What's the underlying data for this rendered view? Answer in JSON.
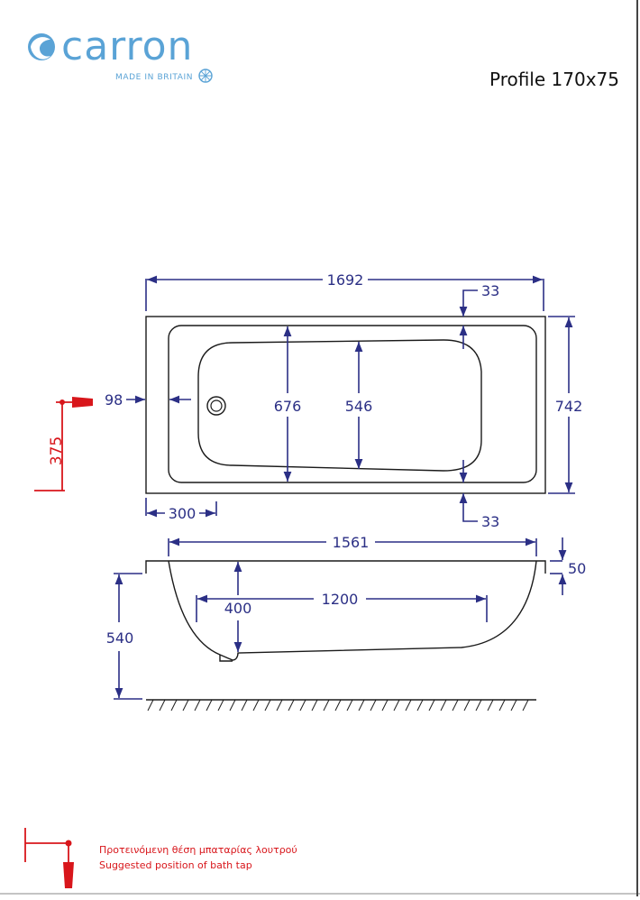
{
  "brand": {
    "name": "carron",
    "tagline": "MADE IN BRITAIN",
    "color": "#5aa3d6"
  },
  "header": {
    "title": "Profile 170x75"
  },
  "plan_view": {
    "overall_length": "1692",
    "rim_top": "33",
    "rim_bottom": "33",
    "overall_width": "742",
    "inner_width": "676",
    "base_width": "546",
    "waste_offset": "98",
    "waste_from_end": "300",
    "tap_height": "375"
  },
  "side_view": {
    "inner_length": "1561",
    "rim_depth": "50",
    "overall_height": "540",
    "inner_depth": "400",
    "base_length": "1200"
  },
  "legend": {
    "line_gr": "Προτεινόμενη θέση μπαταρίας λουτρού",
    "line_en": "Suggested position of bath tap"
  },
  "colors": {
    "dimension": "#2b2f85",
    "tap_marker": "#d8161b",
    "outline": "#1a1a1a"
  }
}
